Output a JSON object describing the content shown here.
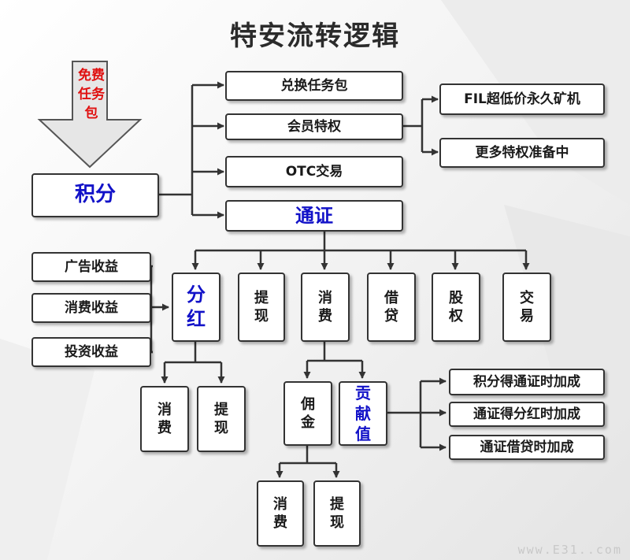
{
  "title": "特安流转逻辑",
  "free_task_arrow": "免费任务包",
  "points": "积分",
  "points_uses": {
    "exchange_task": "兑换任务包",
    "member_privilege": "会员特权",
    "otc": "OTC交易",
    "token": "通证"
  },
  "member_benefits": [
    "FIL超低价永久矿机",
    "更多特权准备中"
  ],
  "income_sources": [
    "广告收益",
    "消费收益",
    "投资收益"
  ],
  "token_uses": {
    "dividend": "分红",
    "withdraw": "提现",
    "consume": "消费",
    "loan": "借贷",
    "equity": "股权",
    "trade": "交易"
  },
  "dividend_children": [
    "消费",
    "提现"
  ],
  "consume_children": {
    "commission": "佣金",
    "contribution": "贡献值"
  },
  "commission_children": [
    "消费",
    "提现"
  ],
  "contribution_bonuses": [
    "积分得通证时加成",
    "通证得分红时加成",
    "通证借贷时加成"
  ],
  "watermark": "www.E31..com"
}
